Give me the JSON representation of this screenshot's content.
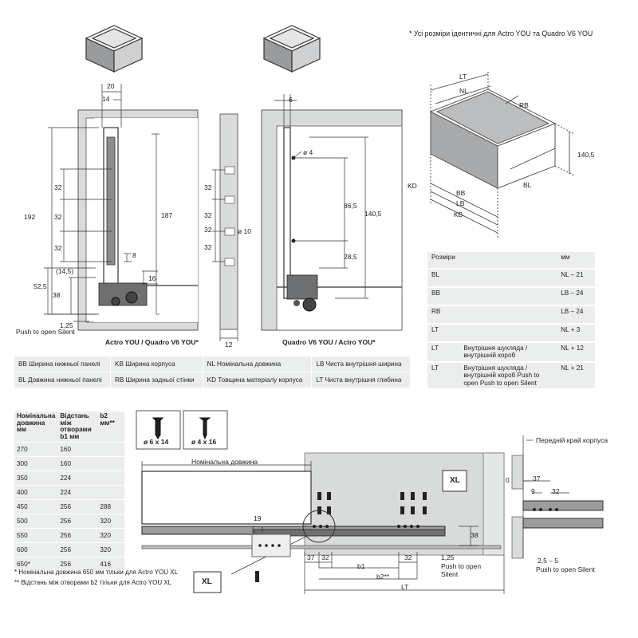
{
  "note_identical": "* Усі розміри ідентичні для Actro YOU та Quadro V6 YOU",
  "left_section": {
    "caption": "Actro YOU / Quadro V6 YOU*",
    "dim_20": "20",
    "dim_14": "14",
    "dim_192": "192",
    "dim_187": "187",
    "dim_32a": "32",
    "dim_32b": "32",
    "dim_32c": "32",
    "dim_8": "8",
    "dim_14_5": "(14,5)",
    "dim_52_5": "52,5",
    "dim_38": "38",
    "dim_16": "16",
    "dim_1_25": "1,25",
    "push_label": "Push to open Silent"
  },
  "mid_section": {
    "dim_32a": "32",
    "dim_32b": "32",
    "dim_32c": "32",
    "dim_32d": "32",
    "dim_10": "ø 10",
    "dim_12": "12"
  },
  "right_section": {
    "caption": "Quadro V6 YOU / Actro YOU*",
    "dim_6": "6",
    "dim_4": "ø 4",
    "dim_86_5": "86,5",
    "dim_140_5": "140,5",
    "dim_28_5": "28,5"
  },
  "iso_box": {
    "lt": "LT",
    "nl": "NL",
    "rb": "RB",
    "h": "140,5",
    "kd": "KD",
    "bb": "BB",
    "lb": "LB",
    "bl": "BL",
    "kb": "KB"
  },
  "legend": [
    [
      "BB Ширина нижньої панелі",
      "KB Ширина корпуса",
      "NL Номінальна довжина",
      "LB Чиста внутрішня ширина"
    ],
    [
      "BL Довжина нижньої панелі",
      "RB Ширина задньої стінки",
      "KD Товщина матеріалу корпуса",
      "LT Чиста внутрішня глибина"
    ]
  ],
  "dims_table": {
    "header": [
      "Розміри",
      "",
      "мм"
    ],
    "rows": [
      [
        "BL",
        "",
        "NL – 21"
      ],
      [
        "BB",
        "",
        "LB – 24"
      ],
      [
        "RB",
        "",
        "LB – 24"
      ],
      [
        "LT",
        "",
        "NL + 3"
      ],
      [
        "LT",
        "Внутрішня шухляда / внутрішній короб",
        "NL + 12"
      ],
      [
        "LT",
        "Внутрішня шухляда / внутрішній короб Push to open Push to open Silent",
        "NL + 21"
      ]
    ]
  },
  "length_table": {
    "header": [
      "Номінальна довжина мм",
      "Відстань між отворами b1 мм",
      "b2 мм**"
    ],
    "rows": [
      [
        "270",
        "160",
        ""
      ],
      [
        "300",
        "160",
        ""
      ],
      [
        "350",
        "224",
        ""
      ],
      [
        "400",
        "224",
        ""
      ],
      [
        "450",
        "256",
        "288"
      ],
      [
        "500",
        "256",
        "320"
      ],
      [
        "550",
        "256",
        "320"
      ],
      [
        "600",
        "256",
        "320"
      ],
      [
        "650*",
        "256",
        "416"
      ]
    ]
  },
  "footnotes": [
    "*  Номінальна довжина 650 мм тільки для Actro YOU XL",
    "** Відстань між отворами b2 тільки для Actro YOU XL"
  ],
  "screws": [
    "ø 6 x 14",
    "ø 4 x 16"
  ],
  "bottom_section": {
    "nominal_length": "Номінальна довжина",
    "xl_a": "XL",
    "xl_b": "XL",
    "dim_19": "19",
    "dim_37": "37",
    "dim_32a": "32",
    "dim_32b": "32",
    "dim_38": "38",
    "dim_1_25": "1,25",
    "push_label": "Push to open Silent",
    "b1": "b1",
    "b2": "b2**",
    "lt": "LT"
  },
  "front_edge": {
    "label": "Передній край корпуса",
    "dim_0": "0",
    "dim_37": "37",
    "dim_9": "9",
    "dim_32": "32",
    "dim_2_5": "2,5 – 5",
    "push_label": "Push to open Silent"
  },
  "colors": {
    "panel_grey": "#d9dbdb",
    "table_grey": "#eceeee",
    "line": "#333333",
    "box_outline": "#555555"
  }
}
